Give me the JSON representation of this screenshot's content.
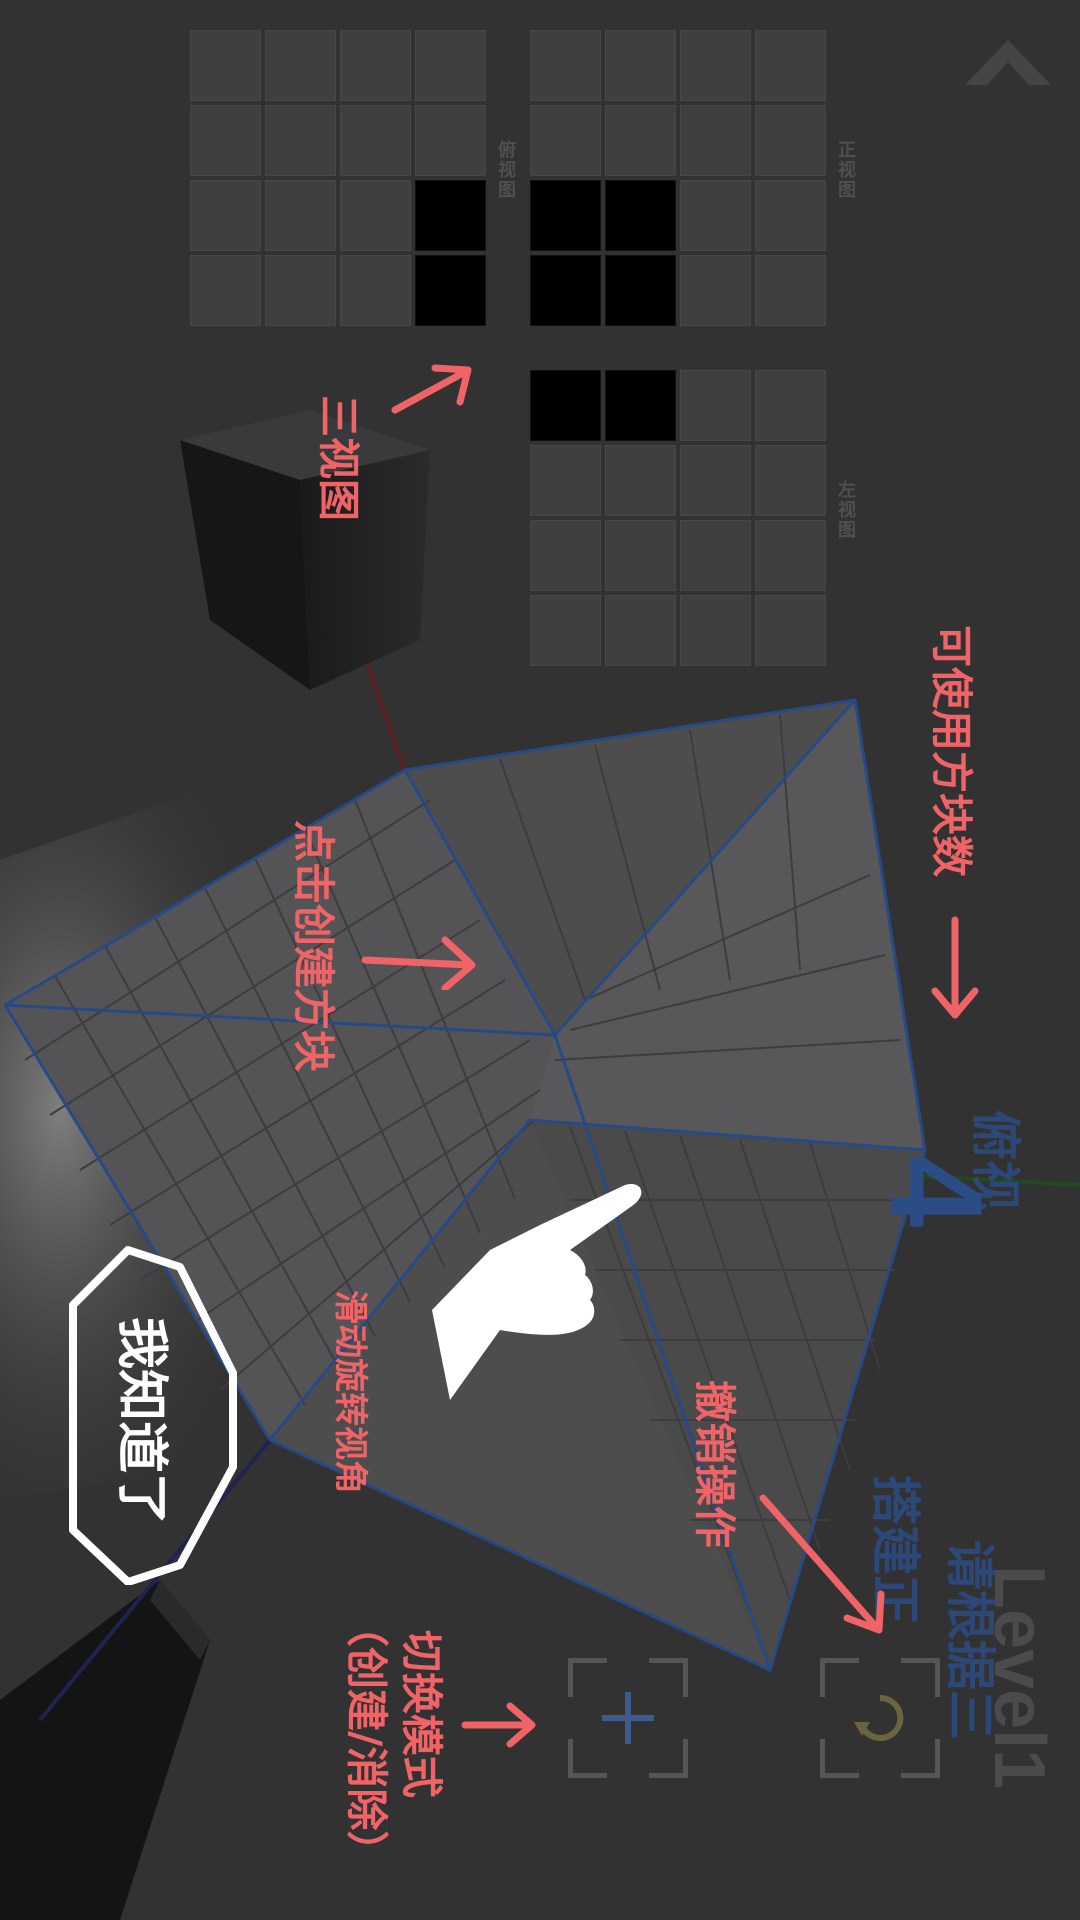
{
  "level": {
    "label": "Level1"
  },
  "hints": {
    "instruction_line1": "请根据三",
    "instruction_line2": "搭建正",
    "view_mode": "俯视"
  },
  "block_count": {
    "value": "4"
  },
  "views": {
    "top_label": "俯视图",
    "front_label": "正视图",
    "left_label": "左视图",
    "top_filled": [
      [
        2,
        3
      ],
      [
        3,
        3
      ]
    ],
    "front_filled": [
      [
        2,
        0
      ],
      [
        2,
        1
      ],
      [
        3,
        0
      ],
      [
        3,
        1
      ]
    ],
    "left_filled": [
      [
        0,
        0
      ],
      [
        0,
        1
      ]
    ]
  },
  "tutorial": {
    "three_views": "三视图",
    "tap_create": "点击创建方块",
    "swipe_rotate": "滑动旋转视角",
    "undo": "撤销操作",
    "switch_mode_line1": "切换模式",
    "switch_mode_line2": "（创建/消除）",
    "block_count": "可使用方块数",
    "ok_button": "我知道了"
  },
  "icons": {
    "collapse": "chevron-up-icon",
    "add_mode": "plus-icon",
    "undo": "undo-icon",
    "hand": "pointing-hand-icon"
  },
  "colors": {
    "background": "#323233",
    "annotation": "#f06467",
    "grid_blue": "#2c4c86",
    "filled_cell": "#000000"
  }
}
